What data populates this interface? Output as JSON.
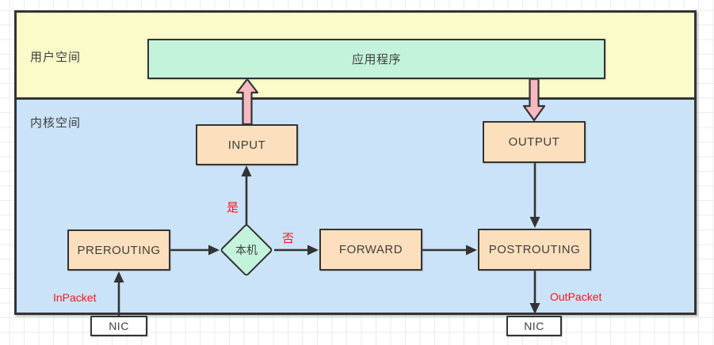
{
  "regions": {
    "user_space": {
      "label": "用户空间",
      "bg": "#fafbc9"
    },
    "kernel_space": {
      "label": "内核空间",
      "bg": "#cbe3f8"
    }
  },
  "nodes": {
    "application": {
      "label": "应用程序",
      "bg": "#c3f3da"
    },
    "input": {
      "label": "INPUT",
      "bg": "#fcdfbc"
    },
    "output": {
      "label": "OUTPUT",
      "bg": "#fcdfbc"
    },
    "prerouting": {
      "label": "PREROUTING",
      "bg": "#fcdfbc"
    },
    "local_host": {
      "label": "本机",
      "bg": "#c3f3da"
    },
    "forward": {
      "label": "FORWARD",
      "bg": "#fcdfbc"
    },
    "postrouting": {
      "label": "POSTROUTING",
      "bg": "#fcdfbc"
    },
    "nic_in": {
      "label": "NIC",
      "bg": "#ffffff"
    },
    "nic_out": {
      "label": "NIC",
      "bg": "#ffffff"
    }
  },
  "edge_labels": {
    "yes": "是",
    "no": "否",
    "in_packet": "InPacket",
    "out_packet": "OutPacket"
  },
  "colors": {
    "border": "#333333",
    "red_label": "#fb1414",
    "pink_arrow_fill": "#f8b9c2",
    "black_arrow": "#333333"
  }
}
